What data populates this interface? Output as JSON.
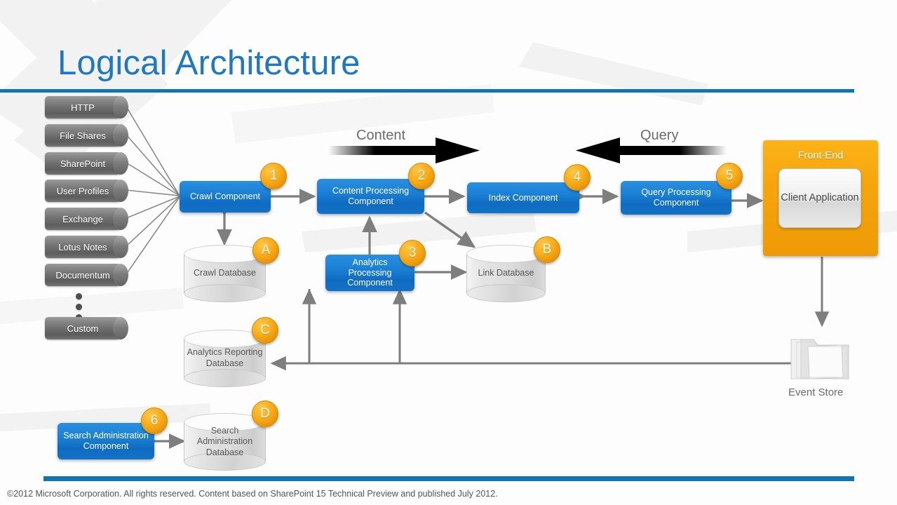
{
  "slide": {
    "title": "Logical Architecture",
    "footer": "©2012 Microsoft Corporation. All rights reserved. Content based on SharePoint 15 Technical Preview and published July 2012.",
    "accent_color": "#1273b5",
    "title_color": "#2079c0",
    "component_color": "#1a7fd3",
    "badge_color": "#f5a50c",
    "frontend_color": "#f5a50c",
    "database_color": "#dcdcdc",
    "source_color": "#6f6f6f"
  },
  "sources": {
    "items": [
      {
        "label": "HTTP"
      },
      {
        "label": "File Shares"
      },
      {
        "label": "SharePoint"
      },
      {
        "label": "User Profiles"
      },
      {
        "label": "Exchange"
      },
      {
        "label": "Lotus Notes"
      },
      {
        "label": "Documentum"
      },
      {
        "label": "Custom"
      }
    ]
  },
  "flows": {
    "content_label": "Content",
    "query_label": "Query"
  },
  "components": {
    "crawl": {
      "label": "Crawl Component",
      "badge": "1"
    },
    "content_processing": {
      "label": "Content Processing Component",
      "badge": "2"
    },
    "analytics_processing": {
      "label": "Analytics Processing Component",
      "badge": "3"
    },
    "index": {
      "label": "Index Component",
      "badge": "4"
    },
    "query_processing": {
      "label": "Query Processing Component",
      "badge": "5"
    },
    "search_admin": {
      "label": "Search Administration Component",
      "badge": "6"
    }
  },
  "databases": {
    "crawl_db": {
      "label": "Crawl Database",
      "badge": "A"
    },
    "link_db": {
      "label": "Link Database",
      "badge": "B"
    },
    "analytics_reporting_db": {
      "label": "Analytics Reporting Database",
      "badge": "C"
    },
    "search_admin_db": {
      "label": "Search Administration Database",
      "badge": "D"
    }
  },
  "frontend": {
    "label": "Front-End",
    "client_application": "Client Application"
  },
  "event_store": {
    "label": "Event Store",
    "icon": "folder-icon"
  }
}
